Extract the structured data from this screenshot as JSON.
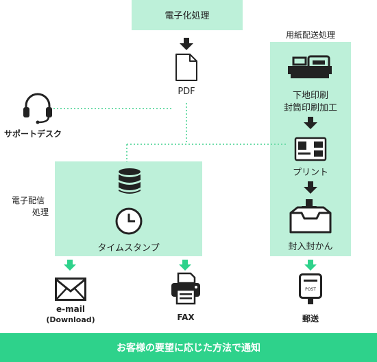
{
  "top_box": {
    "label": "電子化処理"
  },
  "pdf": {
    "label": "PDF"
  },
  "support": {
    "label": "サポートデスク"
  },
  "mail_process": {
    "title": "用紙配送処理",
    "step1_line1": "下地印刷",
    "step1_line2": "封筒印刷加工",
    "step2": "プリント",
    "step3": "封入封かん"
  },
  "electronic": {
    "title_line1": "電子配信",
    "title_line2": "処理",
    "timestamp": "タイムスタンプ"
  },
  "outputs": {
    "email_line1": "e-mail",
    "email_line2": "(Download)",
    "fax": "FAX",
    "post": "郵送",
    "post_stamp_text": "POST"
  },
  "footer": {
    "label": "お客様の要望に応じた方法で通知"
  },
  "colors": {
    "box_fill": "#bdf0d9",
    "accent": "#2ed28b",
    "dots": "#6fdcaa",
    "icon": "#222222"
  }
}
